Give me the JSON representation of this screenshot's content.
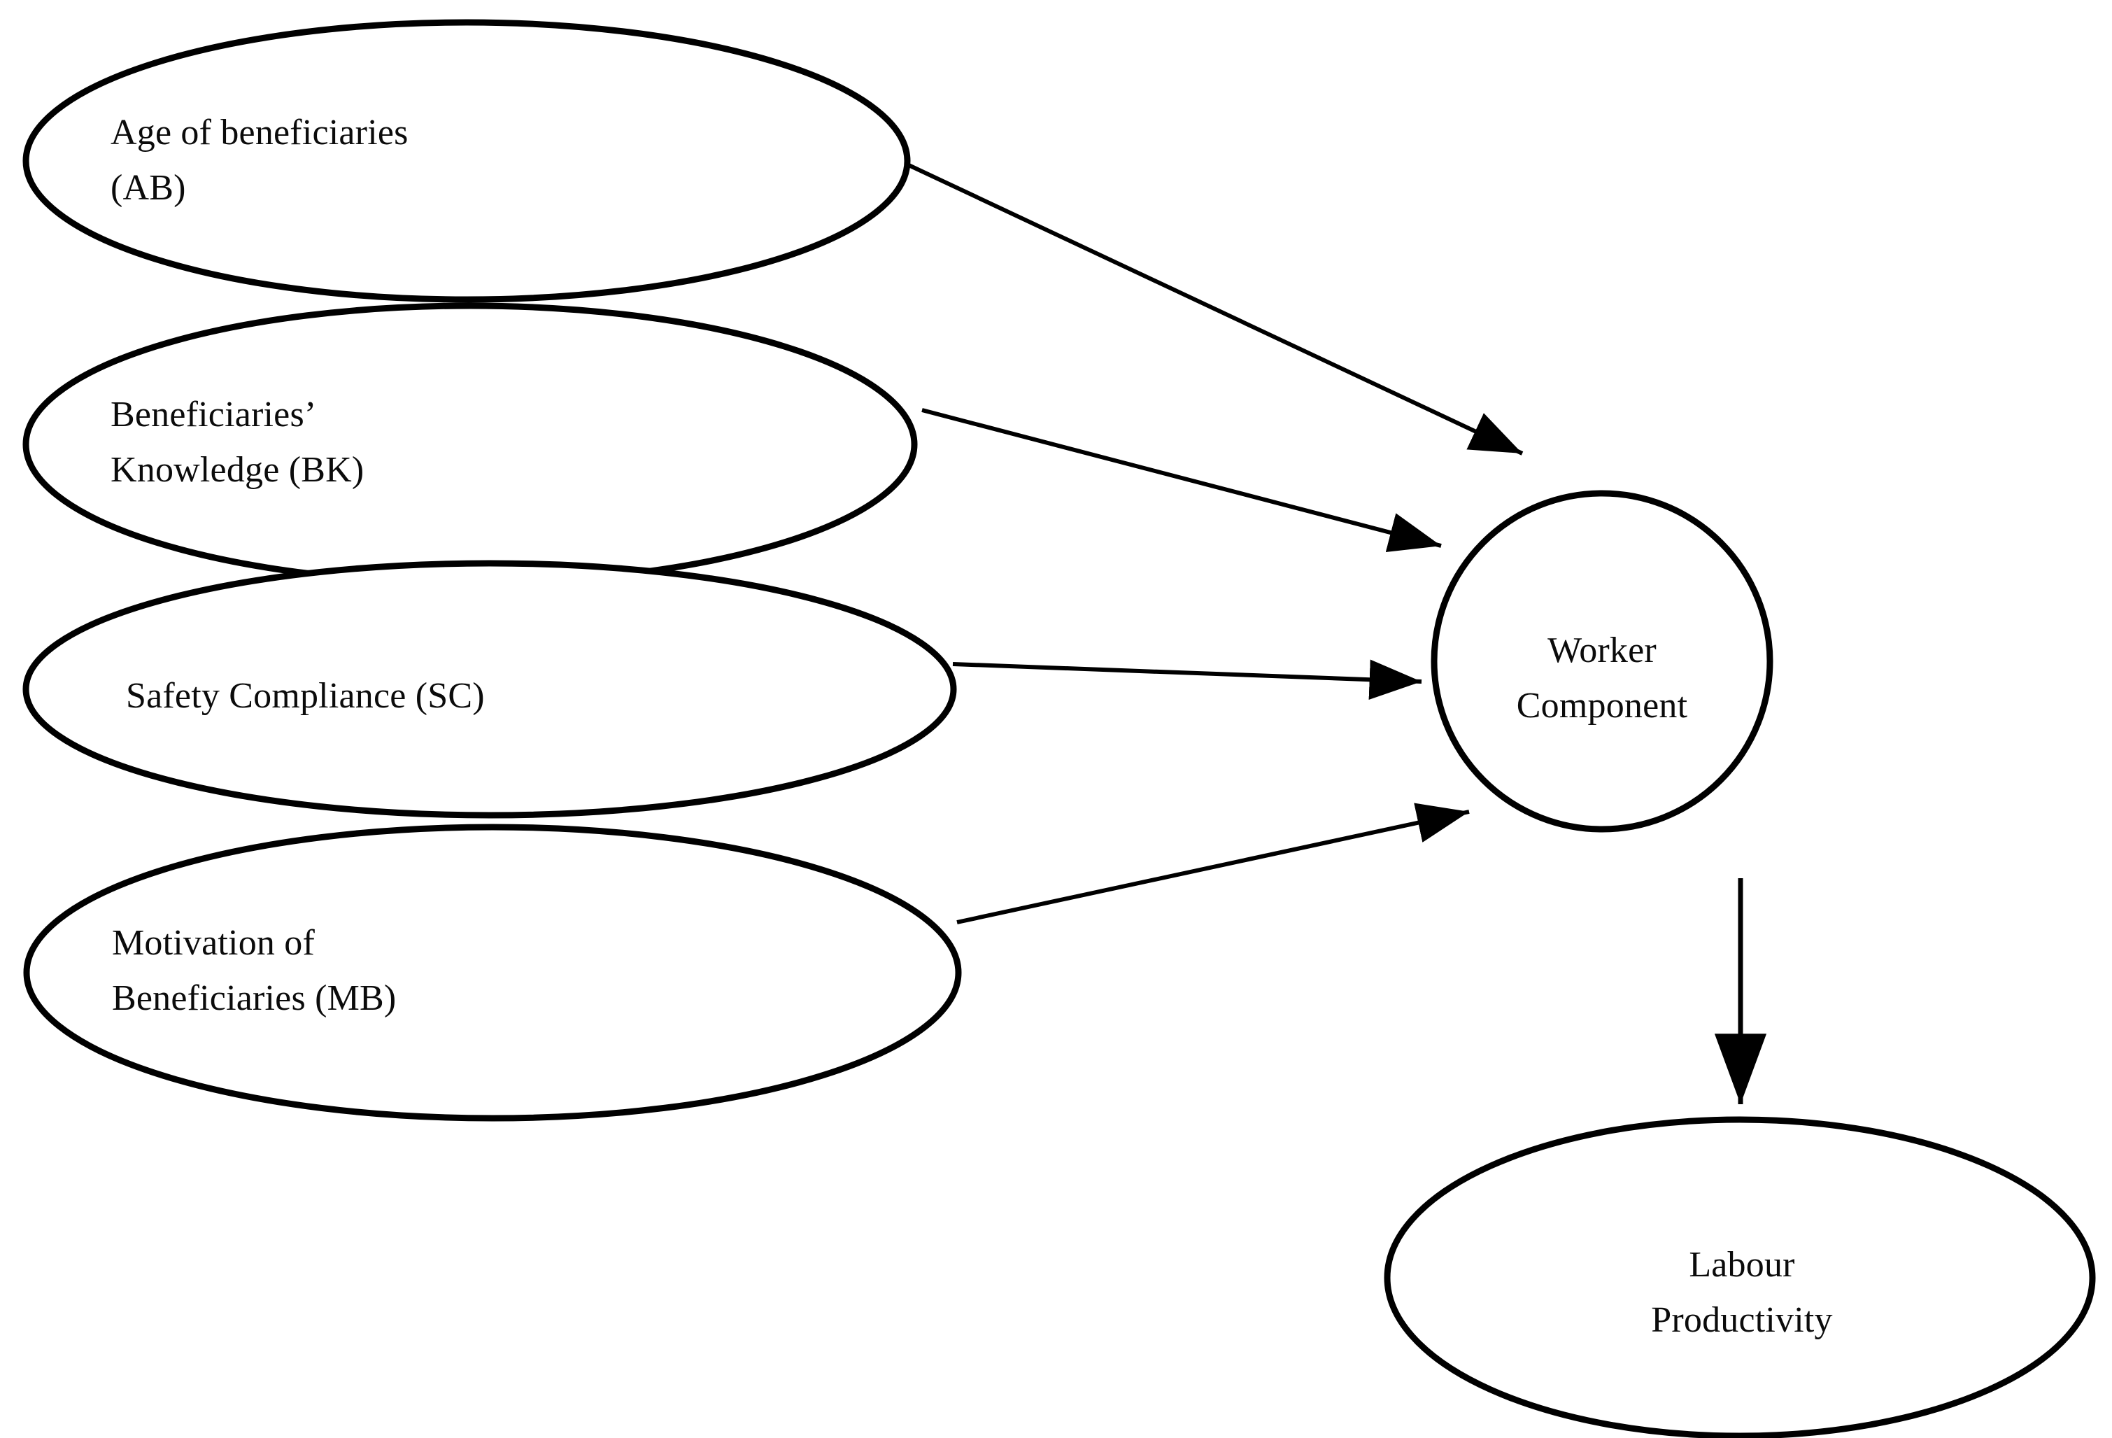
{
  "diagram": {
    "kind": "conceptual-model-path-diagram",
    "background_color": "#ffffff",
    "line_color": "#000000",
    "text_color": "#0b0b0b",
    "nodes": [
      {
        "id": "AB",
        "name": "age-of-beneficiaries",
        "shape": "ellipse",
        "label": "Age of beneficiaries\n(AB)"
      },
      {
        "id": "BK",
        "name": "beneficiaries-knowledge",
        "shape": "ellipse",
        "label": "Beneficiaries’\nKnowledge (BK)"
      },
      {
        "id": "SC",
        "name": "safety-compliance",
        "shape": "ellipse",
        "label": "Safety Compliance (SC)"
      },
      {
        "id": "MB",
        "name": "motivation-of-beneficiaries",
        "shape": "ellipse",
        "label": "Motivation of\nBeneficiaries (MB)"
      },
      {
        "id": "WC",
        "name": "worker-component",
        "shape": "circle",
        "label": "Worker\nComponent"
      },
      {
        "id": "LP",
        "name": "labour-productivity",
        "shape": "ellipse",
        "label": "Labour\nProductivity"
      }
    ],
    "edges": [
      {
        "id": "e1",
        "from": "AB",
        "to": "WC",
        "arrow": "to"
      },
      {
        "id": "e2",
        "from": "BK",
        "to": "WC",
        "arrow": "to"
      },
      {
        "id": "e3",
        "from": "SC",
        "to": "WC",
        "arrow": "to"
      },
      {
        "id": "e4",
        "from": "MB",
        "to": "WC",
        "arrow": "to"
      },
      {
        "id": "e5",
        "from": "WC",
        "to": "LP",
        "arrow": "to"
      }
    ]
  }
}
